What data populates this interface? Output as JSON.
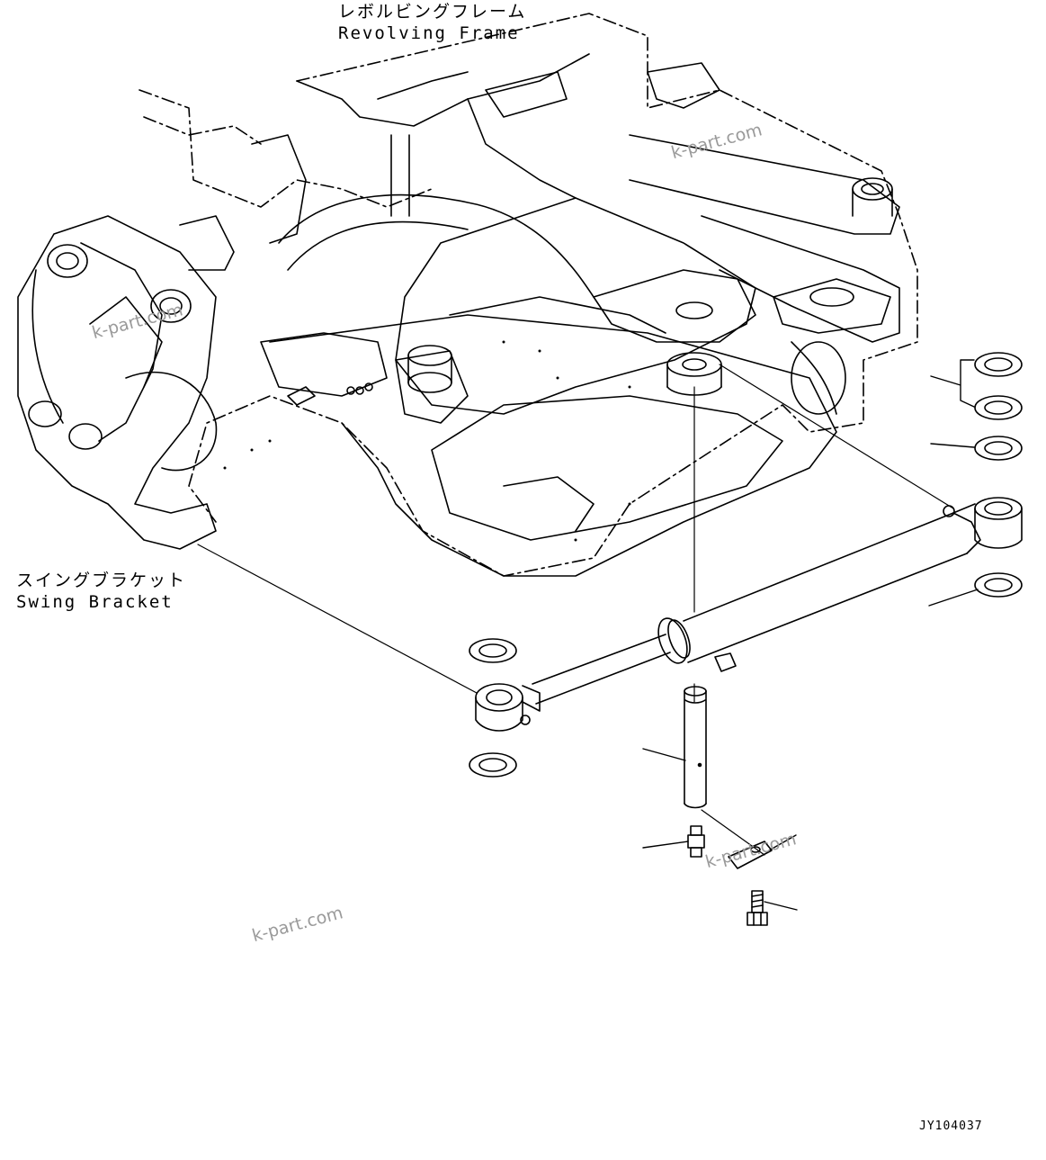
{
  "labels": {
    "revolving_frame_jp": "レボルビングフレーム",
    "revolving_frame_en": "Revolving Frame",
    "swing_bracket_jp": "スイングブラケット",
    "swing_bracket_en": "Swing Bracket"
  },
  "watermarks": [
    "k-part.com",
    "k-part.com",
    "k-part.com",
    "k-part.com"
  ],
  "drawing_code": "JY104037"
}
